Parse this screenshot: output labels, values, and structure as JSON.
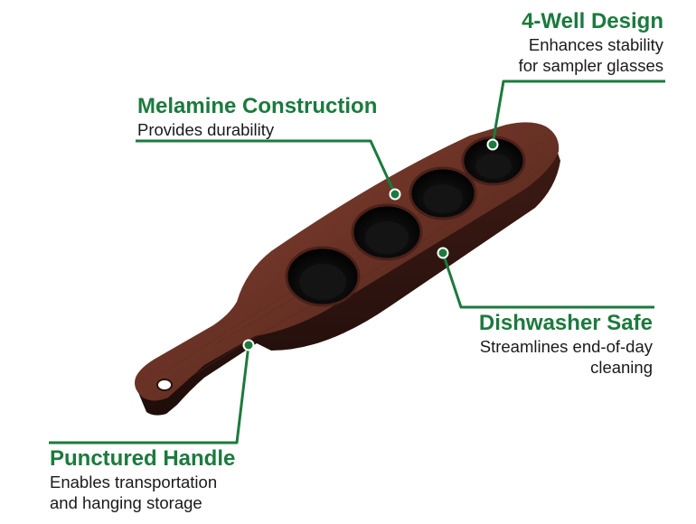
{
  "colors": {
    "accent": "#1b7a3d",
    "text": "#1a1a1a",
    "wood_dark": "#3d1a14",
    "wood_mid": "#6b3326",
    "wood_light": "#8a4a35",
    "well": "#0b0b0b"
  },
  "callouts": {
    "four_well": {
      "title": "4-Well Design",
      "desc": [
        "Enhances stability",
        "for sampler glasses"
      ]
    },
    "melamine": {
      "title": "Melamine Construction",
      "desc": [
        "Provides durability"
      ]
    },
    "dishwasher": {
      "title": "Dishwasher Safe",
      "desc": [
        "Streamlines end-of-day",
        "cleaning"
      ]
    },
    "handle": {
      "title": "Punctured Handle",
      "desc": [
        "Enables transportation",
        "and hanging storage"
      ]
    }
  }
}
